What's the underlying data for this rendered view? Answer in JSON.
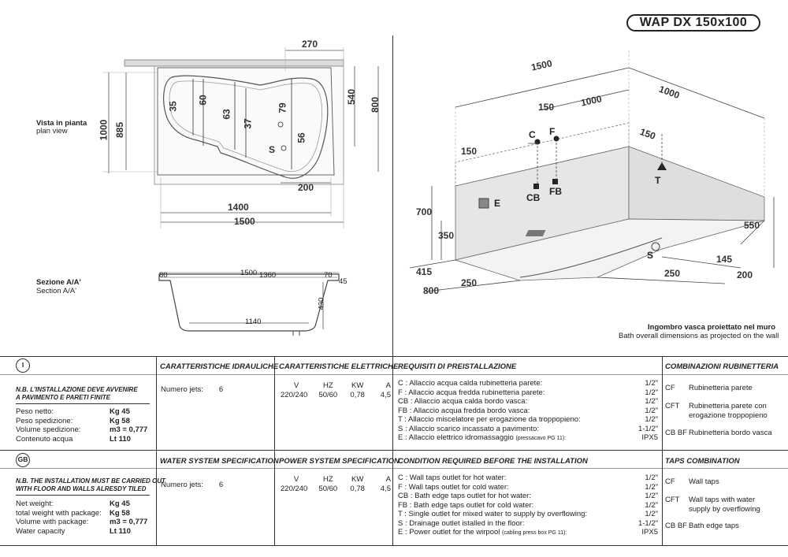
{
  "title": "WAP DX 150x100",
  "plan": {
    "label_it": "Vista in pianta",
    "label_en": "plan view",
    "dims": {
      "d270": "270",
      "d1000": "1000",
      "d885": "885",
      "d540": "540",
      "d800": "800",
      "d35": "35",
      "d60": "60",
      "d63": "63",
      "d37": "37",
      "d79": "79",
      "d56": "56",
      "d200": "200",
      "d1400": "1400",
      "d1500": "1500",
      "S": "S"
    }
  },
  "section": {
    "label_it": "Sezione A/A'",
    "label_en": "Section A/A'",
    "dims": {
      "d80": "80",
      "d1500": "1500",
      "d1360": "1360",
      "d70": "70",
      "d45": "45",
      "d430": "430",
      "d1140": "1140"
    }
  },
  "view3d": {
    "dims": {
      "d1500": "1500",
      "d1000": "1000",
      "d150a": "150",
      "d1000b": "1000",
      "d150b": "150",
      "d150c": "150",
      "d700": "700",
      "d350": "350",
      "d550": "550",
      "d415": "415",
      "d250a": "250",
      "d800": "800",
      "d145": "145",
      "d250b": "250",
      "d200": "200"
    },
    "codes": {
      "C": "C",
      "F": "F",
      "CB": "CB",
      "FB": "FB",
      "E": "E",
      "T": "T",
      "S": "S"
    },
    "caption_it": "Ingombro vasca proiettato nel muro",
    "caption_en": "Bath overall dimensions as projected on the wall"
  },
  "it": {
    "lang": "I",
    "note": [
      "N.B. L'INSTALLAZIONE DEVE AVVENIRE",
      "A PAVIMENTO E PARETI FINITE"
    ],
    "weights": [
      {
        "label": "Peso netto:",
        "value": "Kg 45"
      },
      {
        "label": "Peso spedizione:",
        "value": "Kg 58"
      },
      {
        "label": "Volume spedizione:",
        "value": "m3 = 0,777"
      },
      {
        "label": "Contenuto acqua",
        "value": "Lt 110"
      }
    ],
    "hdr_water": "CARATTERISTICHE IDRAULICHE",
    "hdr_power": "CARATTERISTICHE ELETTRICHE",
    "hdr_req": "REQUISITI DI PREISTALLAZIONE",
    "hdr_taps": "COMBINAZIONI RUBINETTERIA",
    "jets_label": "Numero jets:",
    "requirements": [
      {
        "text": "C : Allaccio acqua calda rubinetteria parete:",
        "value": "1/2\""
      },
      {
        "text": "F : Allaccio acqua fredda rubinetteria parete:",
        "value": "1/2\""
      },
      {
        "text": "CB : Allaccio acqua calda bordo vasca:",
        "value": "1/2\""
      },
      {
        "text": "FB : Allaccio acqua fredda bordo vasca:",
        "value": "1/2\""
      },
      {
        "text": "T : Allaccio miscelatore per erogazione da troppopieno:",
        "value": "1/2\""
      },
      {
        "text": "S : Allaccio scarico incassato a pavimento:",
        "value": "1-1/2\""
      },
      {
        "text": "E : Allaccio elettrico idromassaggio",
        "small": "(pressacavo PG 11):",
        "value": "IPX5"
      }
    ],
    "taps": [
      {
        "code": "CF",
        "desc": "Rubinetteria parete"
      },
      {
        "code": "CFT",
        "desc": "Rubinetteria parete con",
        "desc2": "erogazione troppopieno"
      },
      {
        "code": "CB BF",
        "desc": "Rubinetteria bordo vasca"
      }
    ]
  },
  "gb": {
    "lang": "GB",
    "note": [
      "N.B. THE INSTALLATION MUST BE CARRIED OUT",
      "WITH FLOOR AND WALLS ALRESDY TILED"
    ],
    "weights": [
      {
        "label": "Net weight:",
        "value": "Kg 45"
      },
      {
        "label": "total weight with package:",
        "value": "Kg 58"
      },
      {
        "label": "Volume with package:",
        "value": "m3 = 0,777"
      },
      {
        "label": "Water capacity",
        "value": "Lt 110"
      }
    ],
    "hdr_water": "WATER SYSTEM SPECIFICATION",
    "hdr_power": "POWER SYSTEM SPECIFICATION",
    "hdr_req": "CONDITION REQUIRED BEFORE THE INSTALLATION",
    "hdr_taps": "TAPS COMBINATION",
    "jets_label": "Numero jets:",
    "requirements": [
      {
        "text": "C : Wall taps outlet for hot water:",
        "value": "1/2\""
      },
      {
        "text": "F : Wall taps outlet for cold water:",
        "value": "1/2\""
      },
      {
        "text": "CB : Bath edge taps outlet for hot water:",
        "value": "1/2\""
      },
      {
        "text": "FB : Bath edge taps outlet for cold water:",
        "value": "1/2\""
      },
      {
        "text": "T : Single outlet for mixed water to supply by overflowing:",
        "value": "1/2\""
      },
      {
        "text": "S : Drainage outlet istalled in the floor:",
        "value": "1-1/2\""
      },
      {
        "text": "E : Power outlet for the wirpool",
        "small": "(cabling press box PG 11):",
        "value": "IPX5"
      }
    ],
    "taps": [
      {
        "code": "CF",
        "desc": "Wall taps"
      },
      {
        "code": "CFT",
        "desc": "Wall taps with water",
        "desc2": "supply by overflowing"
      },
      {
        "code": "CB BF",
        "desc": "Bath edge taps"
      }
    ]
  },
  "jets": "6",
  "power": {
    "headers": [
      "V",
      "HZ",
      "KW",
      "A"
    ],
    "values": [
      "220/240",
      "50/60",
      "0,78",
      "4,5"
    ]
  }
}
